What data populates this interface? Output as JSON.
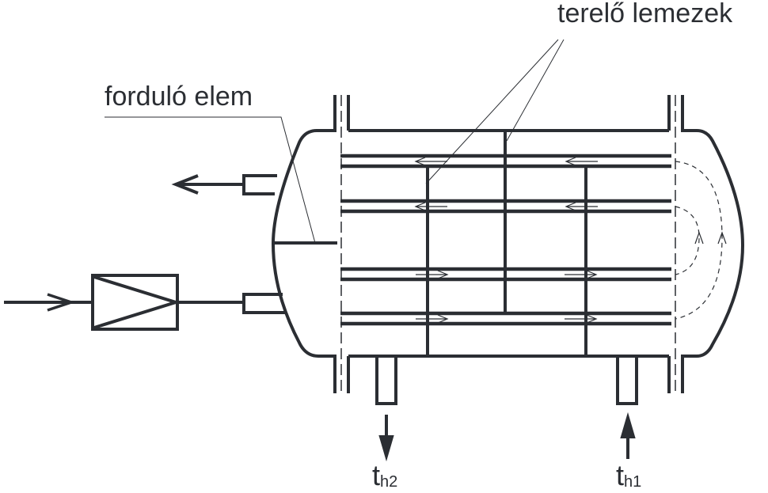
{
  "labels": {
    "baffles": "terelő lemezek",
    "turning_element": "forduló elem",
    "outlet_temp": {
      "base": "t",
      "sub": "h2"
    },
    "inlet_temp": {
      "base": "t",
      "sub": "h1"
    }
  },
  "colors": {
    "line": "#2b2e33",
    "background": "#ffffff"
  }
}
